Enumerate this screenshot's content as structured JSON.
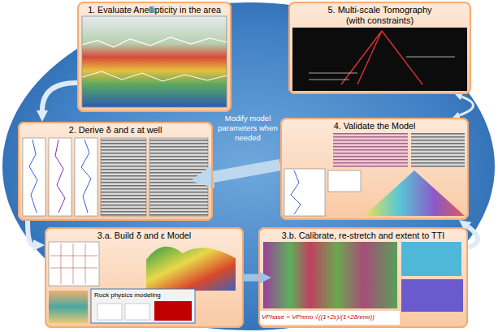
{
  "diagram": {
    "nodes": [
      {
        "text": [
          "1. Evaluate Anellipticity in the area"
        ]
      },
      {
        "text": [
          "2. Derive δ and ε at well"
        ]
      },
      {
        "text": [
          "3.a. Build δ and ε Model"
        ]
      },
      {
        "text": [
          "3.b. Calibrate, re-stretch and extent to TTI"
        ]
      },
      {
        "text": [
          "4. Validate the Model"
        ]
      },
      {
        "text": [
          "5. Multi-scale Tomography (with constraints)"
        ]
      }
    ],
    "edges": [
      {
        "from": 0,
        "to": 1,
        "arrow": "to"
      },
      {
        "from": 1,
        "to": 2,
        "arrow": "to"
      },
      {
        "from": 2,
        "to": 3,
        "arrow": "to"
      },
      {
        "from": 3,
        "to": 4,
        "arrow": "to"
      },
      {
        "from": 4,
        "to": 5,
        "arrow": "both"
      },
      {
        "from": 4,
        "to": 1,
        "label": "Modify model parameters when needed",
        "arrow": "to"
      }
    ],
    "labels": [
      "Rock physics modeling",
      "VPhase = VPnmo √((1+2ε)/(1+2δnmo))"
    ]
  }
}
